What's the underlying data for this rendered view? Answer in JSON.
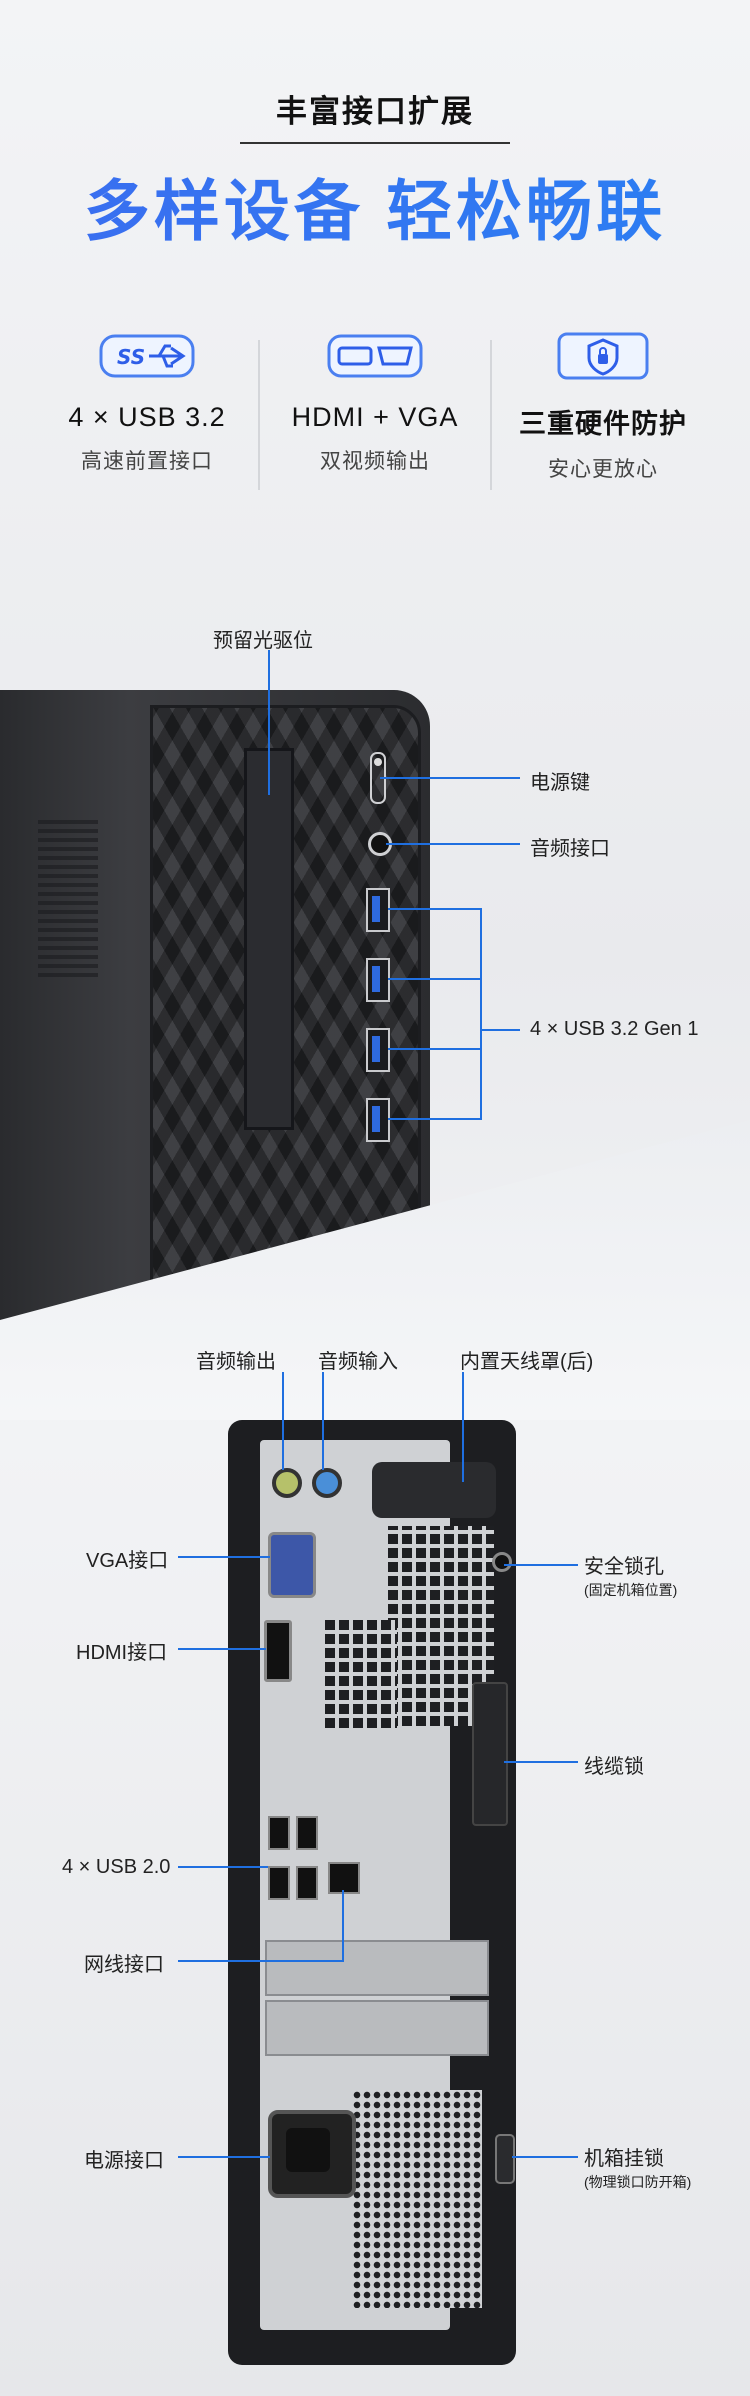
{
  "header": {
    "title": "丰富接口扩展",
    "slogan": "多样设备 轻松畅联"
  },
  "features": [
    {
      "icon": "usb-ss-icon",
      "title": "4 × USB 3.2",
      "subtitle": "高速前置接口"
    },
    {
      "icon": "hdmi-vga-icon",
      "title": "HDMI + VGA",
      "subtitle": "双视频输出"
    },
    {
      "icon": "shield-lock-icon",
      "title": "三重硬件防护",
      "subtitle": "安心更放心"
    }
  ],
  "front_labels": {
    "optical_drive": "预留光驱位",
    "power_button": "电源键",
    "audio_port": "音频接口",
    "usb_ports": "4 × USB 3.2 Gen 1"
  },
  "rear_labels": {
    "audio_out": "音频输出",
    "audio_in": "音频输入",
    "antenna": "内置天线罩(后)",
    "vga": "VGA接口",
    "hdmi": "HDMI接口",
    "security_lock": "安全锁孔",
    "security_lock_note": "(固定机箱位置)",
    "cable_lock": "线缆锁",
    "usb2": "4 × USB 2.0",
    "ethernet": "网线接口",
    "power_port": "电源接口",
    "chassis_lock": "机箱挂锁",
    "chassis_lock_note": "(物理锁口防开箱)"
  },
  "colors": {
    "accent_blue": "#2e5ee8",
    "line_blue": "#1f6fe0",
    "chassis_dark": "#2a2b2e"
  }
}
